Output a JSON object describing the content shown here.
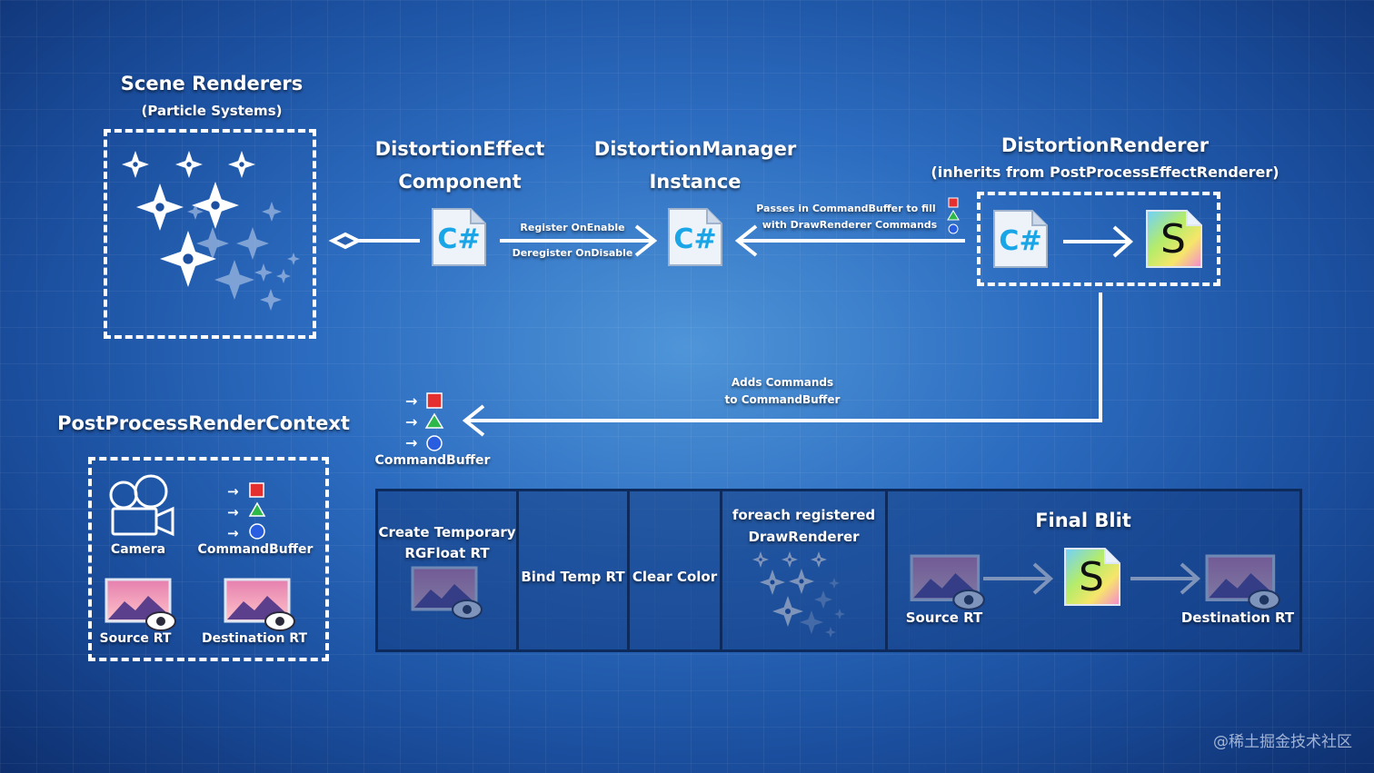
{
  "scene_renderers": {
    "title": "Scene Renderers",
    "subtitle": "(Particle Systems)"
  },
  "distortion_effect": {
    "line1": "DistortionEffect",
    "line2": "Component"
  },
  "distortion_manager": {
    "line1": "DistortionManager",
    "line2": "Instance"
  },
  "distortion_renderer": {
    "title": "DistortionRenderer",
    "subtitle": "(inherits from PostProcessEffectRenderer)"
  },
  "arrows": {
    "register": "Register OnEnable",
    "deregister": "Deregister OnDisable",
    "passes_line1": "Passes in CommandBuffer to fill",
    "passes_line2": "with DrawRenderer Commands",
    "adds_line1": "Adds Commands",
    "adds_line2": "to CommandBuffer"
  },
  "icons": {
    "csharp": "C#",
    "shader": "S"
  },
  "command_buffer_label": "CommandBuffer",
  "context": {
    "title": "PostProcessRenderContext",
    "camera": "Camera",
    "command_buffer": "CommandBuffer",
    "source_rt": "Source RT",
    "destination_rt": "Destination RT"
  },
  "steps": {
    "create_line1": "Create Temporary",
    "create_line2": "RGFloat RT",
    "bind": "Bind Temp RT",
    "clear": "Clear Color",
    "foreach_line1": "foreach registered",
    "foreach_line2": "DrawRenderer",
    "final_title": "Final Blit",
    "final_source": "Source RT",
    "final_destination": "Destination RT"
  },
  "colors": {
    "red": "#e53030",
    "green": "#2fb84a",
    "blue": "#2a5ee0"
  },
  "watermark": "@稀土掘金技术社区"
}
